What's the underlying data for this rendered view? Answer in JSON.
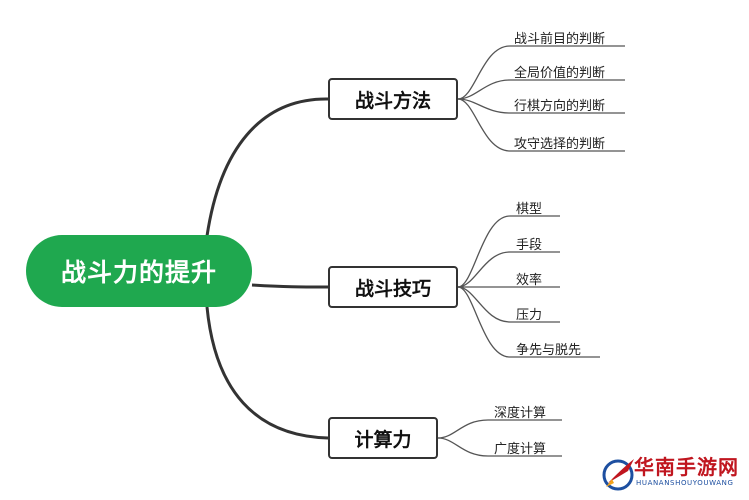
{
  "root": {
    "label": "战斗力的提升"
  },
  "branches": [
    {
      "label": "战斗方法",
      "children": [
        "战斗前目的判断",
        "全局价值的判断",
        "行棋方向的判断",
        "攻守选择的判断"
      ]
    },
    {
      "label": "战斗技巧",
      "children": [
        "棋型",
        "手段",
        "效率",
        "压力",
        "争先与脱先"
      ]
    },
    {
      "label": "计算力",
      "children": [
        "深度计算",
        "广度计算"
      ]
    }
  ],
  "watermark": {
    "title": "华南手游网",
    "subtitle": "HUANANSHOUYOUWANG"
  },
  "colors": {
    "root": "#1fa84f",
    "connector": "#333333",
    "leaf_line": "#555555",
    "watermark_red": "#c0161f",
    "watermark_blue": "#1d4fa0"
  }
}
